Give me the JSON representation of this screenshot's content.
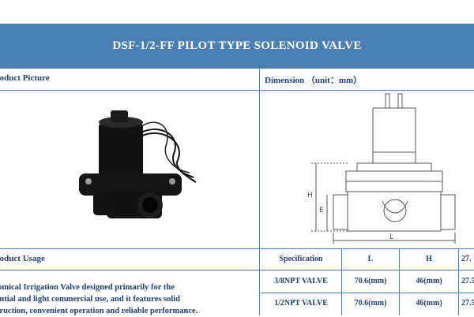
{
  "title": "DSF-1/2-FF PILOT TYPE SOLENOID VALVE",
  "sections": {
    "product_picture": "roduct Picture",
    "dimension": "Dimension （unit：mm）",
    "product_usage": "roduct Usage"
  },
  "drawing_labels": {
    "h_big": "H",
    "e": "E",
    "l": "L"
  },
  "spec_table": {
    "headers": [
      "Specification",
      "L",
      "H",
      "27."
    ],
    "rows": [
      [
        "3/8NPT  VALVE",
        "70.6(mm)",
        "46(mm)",
        "27.5"
      ],
      [
        "1/2NPT  VALVE",
        "70.6(mm)",
        "46(mm)",
        "27.5"
      ]
    ]
  },
  "usage_lines": [
    "onomical Irrigation Valve designed primarily for the",
    "idential and light commercial use, and it features solid",
    "nstruction, convenient operation and reliable performance."
  ],
  "colors": {
    "accent": "#4a7fb4",
    "text": "#1f3f73"
  }
}
